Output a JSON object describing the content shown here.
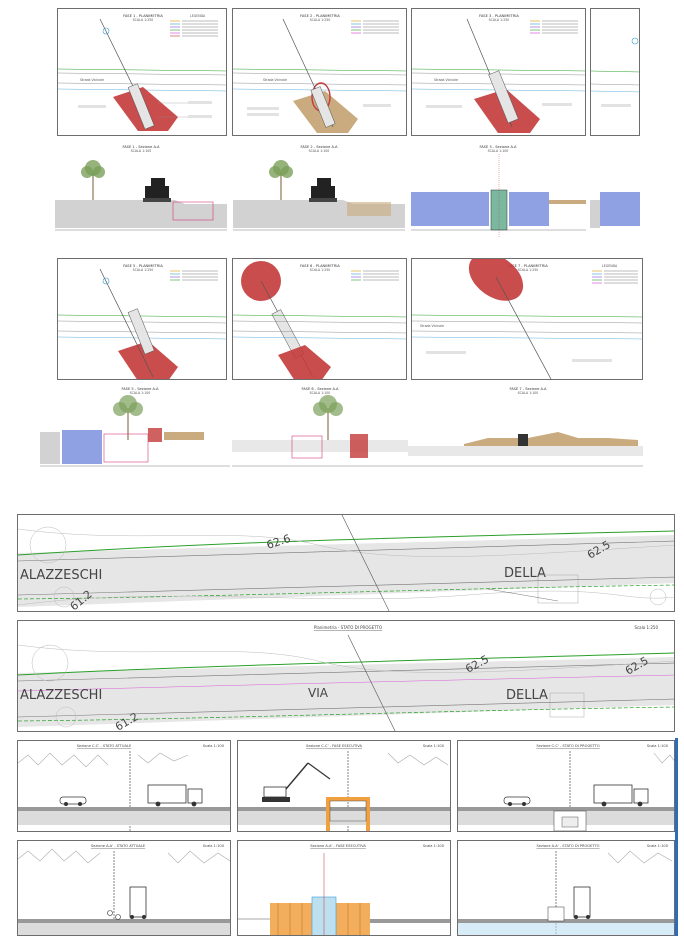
{
  "phase_panels": {
    "plan_a": [
      {
        "title": "FASE 1 - PLANIMETRIA",
        "scale": "SCALA 1:250"
      },
      {
        "title": "FASE 2 - PLANIMETRIA",
        "scale": "SCALA 1:250"
      },
      {
        "title": "FASE 3 - PLANIMETRIA",
        "scale": "SCALA 1:250"
      }
    ],
    "section_a": [
      {
        "title": "FASE 1 - Sezione A-A",
        "scale": "SCALA 1:100"
      },
      {
        "title": "FASE 2 - Sezione A-A",
        "scale": "SCALA 1:100"
      },
      {
        "title": "FASE 3 - Sezione A-A",
        "scale": "SCALA 1:100"
      }
    ],
    "plan_b": [
      {
        "title": "FASE 5 - PLANIMETRIA",
        "scale": "SCALA 1:250"
      },
      {
        "title": "FASE 6 - PLANIMETRIA",
        "scale": "SCALA 1:250"
      },
      {
        "title": "FASE 7 - PLANIMETRIA",
        "scale": "SCALA 1:250"
      }
    ],
    "section_b": [
      {
        "title": "FASE 5 - Sezione A-A",
        "scale": "SCALA 1:100"
      },
      {
        "title": "FASE 6 - Sezione A-A",
        "scale": "SCALA 1:100"
      },
      {
        "title": "FASE 7 - Sezione A-A",
        "scale": "SCALA 1:100"
      }
    ],
    "legend_title": "LEGENDA",
    "road_label": "Strada Vicinale"
  },
  "plan_view_1": {
    "street_left": "ALAZZESCHI",
    "street_right": "DELLA",
    "contour_labels": [
      "62.6",
      "62.5",
      "61.2"
    ]
  },
  "plan_view_2": {
    "title": "Planimetria - STATO DI PROGETTO",
    "scale": "Scala 1:250",
    "street_left": "ALAZZESCHI",
    "street_mid": "VIA",
    "street_right": "DELLA",
    "contour_labels": [
      "62.5",
      "62.5",
      "61.2"
    ]
  },
  "sections": {
    "row1": [
      {
        "title": "Sezione C-C' - STATO ATTUALE",
        "scale": "Scala 1:100"
      },
      {
        "title": "Sezione C-C' - FASE ESECUTIVA",
        "scale": "Scala 1:100"
      },
      {
        "title": "Sezione C-C' - STATO DI PROGETTO",
        "scale": "Scala 1:100"
      }
    ],
    "row2": [
      {
        "title": "Sezione A-A' - STATO ATTUALE",
        "scale": "Scala 1:100"
      },
      {
        "title": "Sezione A-A' - FASE ESECUTIVA",
        "scale": "Scala 1:100"
      },
      {
        "title": "Sezione A-A' - STATO DI PROGETTO",
        "scale": "Scala 1:100"
      }
    ]
  },
  "colors": {
    "hatch_red": "#c43a3a",
    "soil_tan": "#c9ab7f",
    "formwork_orange": "#f0a040",
    "sheet_pile_blue": "#6a82d8",
    "road_grey": "#d2d2d2",
    "vegetation_green": "#7aa05a",
    "border_blue": "#2d6cb8"
  }
}
